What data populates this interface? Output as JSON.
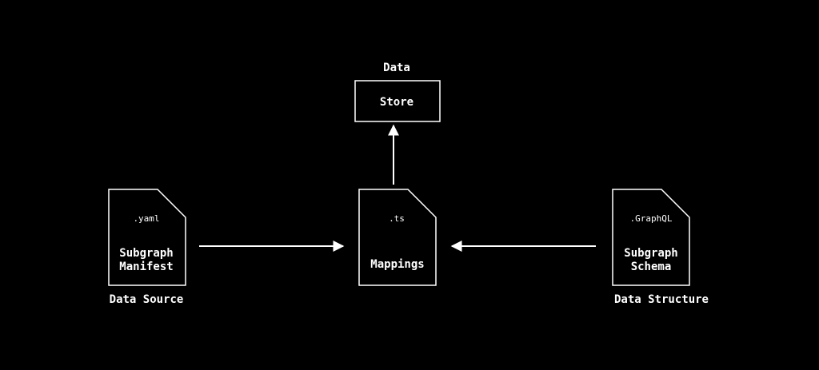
{
  "colors": {
    "background": "#000000",
    "foreground": "#ffffff"
  },
  "data_store": {
    "top_label": "Data",
    "box_label": "Store"
  },
  "manifest_file": {
    "extension": ".yaml",
    "title_line1": "Subgraph",
    "title_line2": "Manifest",
    "caption": "Data Source"
  },
  "mappings_file": {
    "extension": ".ts",
    "title": "Mappings"
  },
  "schema_file": {
    "extension": ".GraphQL",
    "title_line1": "Subgraph",
    "title_line2": "Schema",
    "caption": "Data Structure"
  }
}
